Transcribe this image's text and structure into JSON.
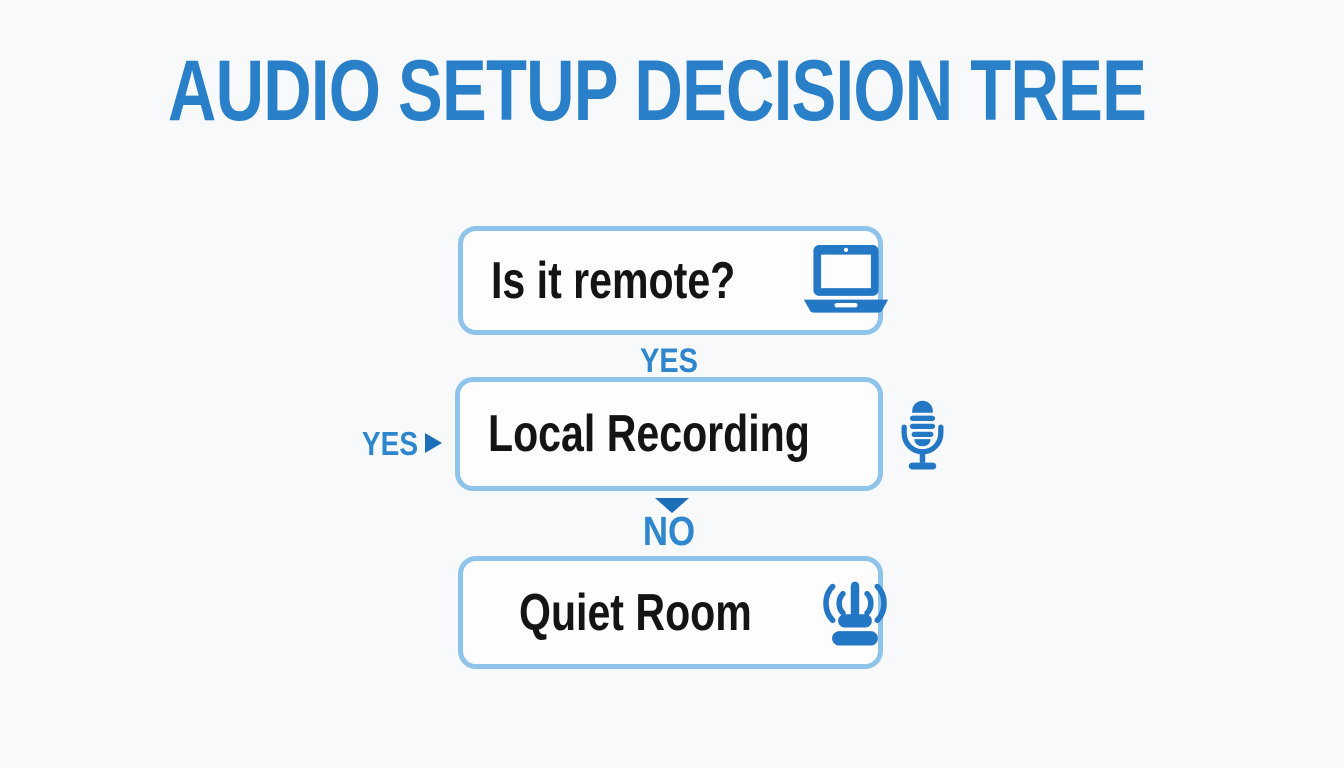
{
  "title": "AUDIO SETUP DECISION TREE",
  "colors": {
    "background": "#f7f9fb",
    "title-blue": "#2980c9",
    "label-blue": "#2e86cd",
    "box-border": "#8ec3ea",
    "icon-blue": "#2377c5",
    "arrow-blue": "#1d6eb8",
    "text-dark": "#141414"
  },
  "nodes": [
    {
      "label": "Is it remote?",
      "icon": "laptop-icon"
    },
    {
      "label": "Local Recording",
      "icon": "microphone-icon"
    },
    {
      "label": "Quiet Room",
      "icon": "broadcast-antenna-icon"
    }
  ],
  "edges": {
    "top_yes": "YES",
    "left_yes": "YES",
    "down_no": "NO"
  }
}
